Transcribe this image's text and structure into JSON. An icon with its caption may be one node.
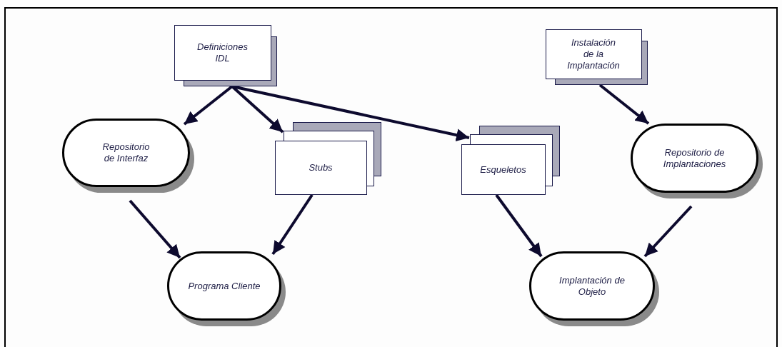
{
  "diagram": {
    "nodes": [
      {
        "text": [
          "Definiciones IDL"
        ]
      },
      {
        "text": [
          "Instalación de la Implantación"
        ]
      },
      {
        "text": [
          "Repositorio de Interfaz"
        ]
      },
      {
        "text": [
          "Stubs"
        ]
      },
      {
        "text": [
          "Esqueletos"
        ]
      },
      {
        "text": [
          "Repositorio de Implantaciones"
        ]
      },
      {
        "text": [
          "Programa Cliente"
        ]
      },
      {
        "text": [
          "Implantación de Objeto"
        ]
      }
    ],
    "edges": [
      {
        "from": 0,
        "to": 2,
        "arrow": "to"
      },
      {
        "from": 0,
        "to": 3,
        "arrow": "to"
      },
      {
        "from": 0,
        "to": 4,
        "arrow": "to"
      },
      {
        "from": 1,
        "to": 5,
        "arrow": "to"
      },
      {
        "from": 2,
        "to": 6,
        "arrow": "to"
      },
      {
        "from": 3,
        "to": 6,
        "arrow": "to"
      },
      {
        "from": 4,
        "to": 7,
        "arrow": "to"
      },
      {
        "from": 5,
        "to": 7,
        "arrow": "to"
      }
    ]
  }
}
